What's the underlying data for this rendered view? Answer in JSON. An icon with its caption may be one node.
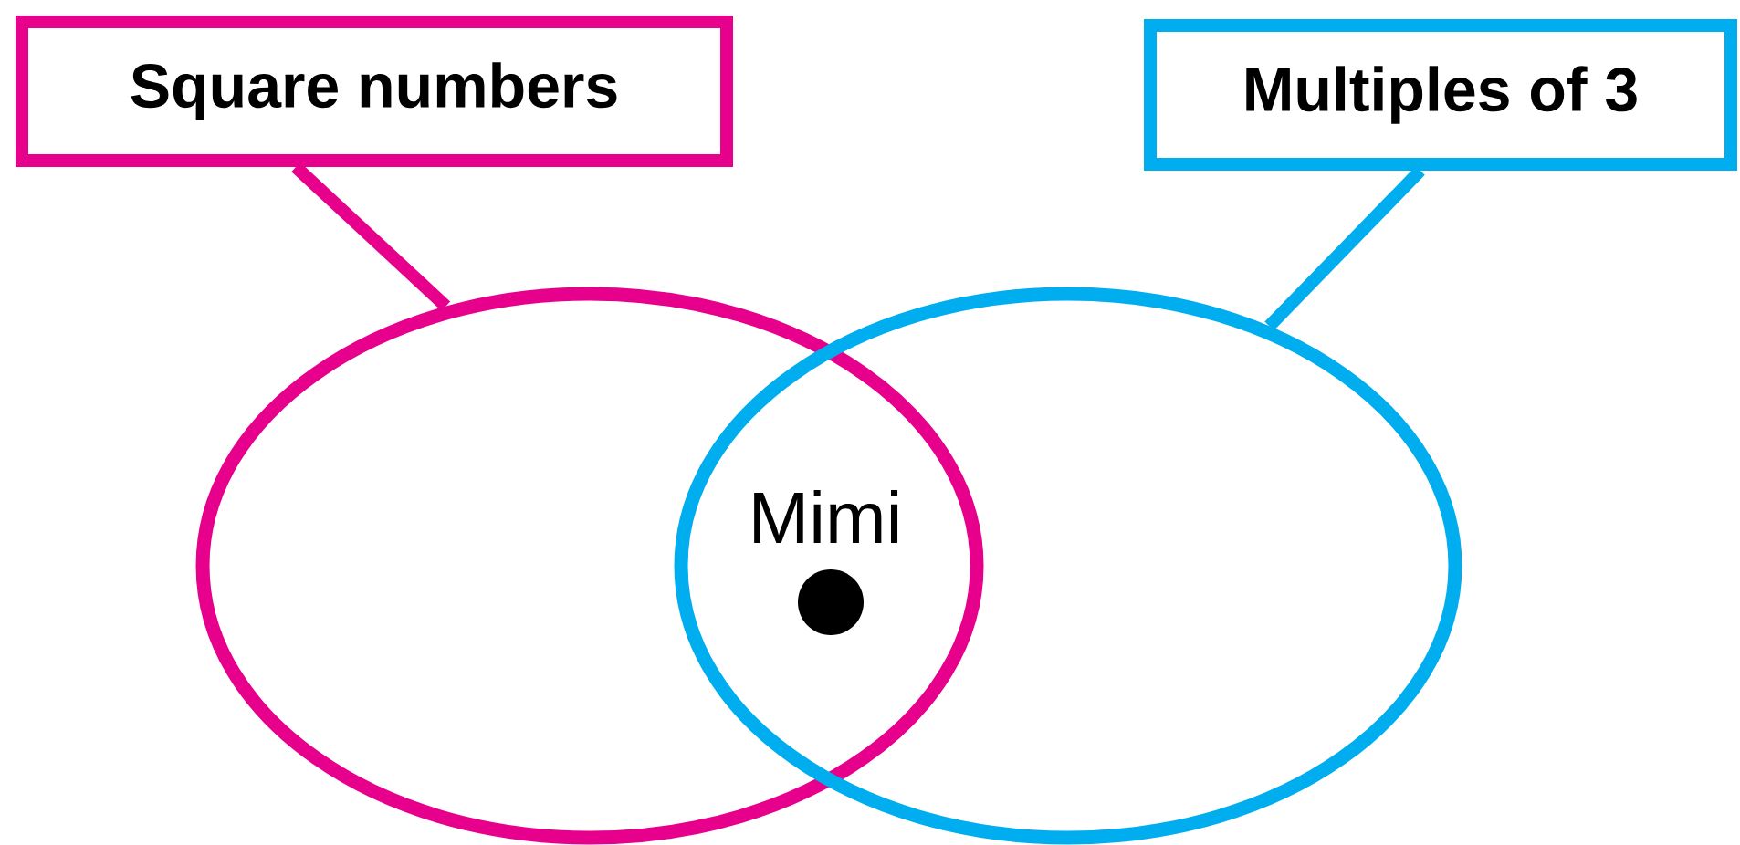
{
  "diagram": {
    "nodes": [
      {
        "text": [
          "Square numbers"
        ]
      },
      {
        "text": [
          "Multiples of 3"
        ]
      },
      {
        "text": [],
        "shape": "ellipse"
      },
      {
        "text": [],
        "shape": "ellipse"
      },
      {
        "text": [],
        "shape": "circle",
        "beside": [
          "Mimi"
        ]
      }
    ],
    "edges": [
      {
        "from": 0,
        "to": 2,
        "arrow": "none",
        "color": "#e6008c"
      },
      {
        "from": 1,
        "to": 3,
        "arrow": "none",
        "color": "#00aeef"
      }
    ]
  }
}
